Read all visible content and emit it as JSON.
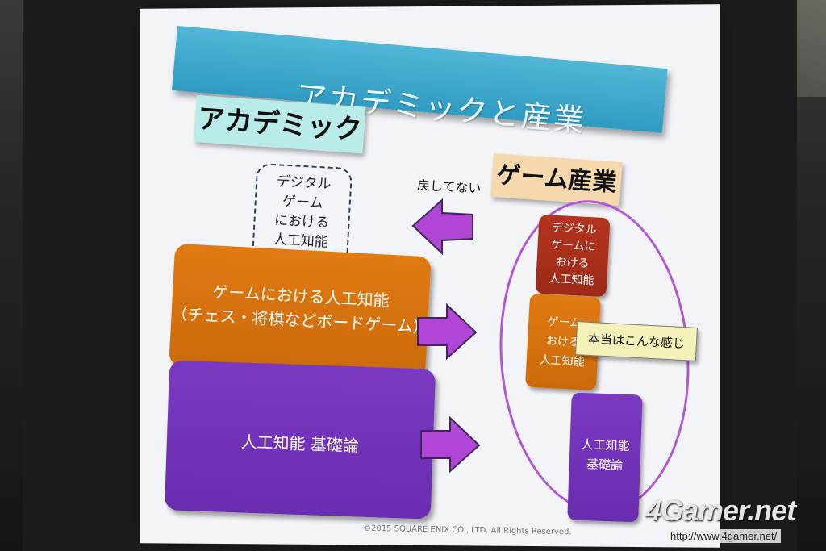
{
  "slide": {
    "title": "アカデミックと産業",
    "academic_label": "アカデミック",
    "industry_label": "ゲーム産業",
    "return_text": "戻してない",
    "dashed_box_lines": [
      "デジタル",
      "ゲーム",
      "における",
      "人工知能"
    ],
    "orange_big_lines": [
      "ゲームにおける人工知能",
      "（チェス・将棋などボードゲーム）"
    ],
    "purple_big": "人工知能 基礎論",
    "red_box_lines": [
      "デジタル",
      "ゲームに",
      "おける",
      "人工知能"
    ],
    "orange_small_lines": [
      "ゲーム",
      "おける",
      "人工知能"
    ],
    "note": "本当はこんな感じ",
    "purple_small_lines": [
      "人工知能",
      "基礎論"
    ],
    "copyright": "©2015 SQUARE ENIX CO., LTD. All Rights Reserved."
  },
  "watermark": {
    "logo": "4Gamer.net",
    "url": "http://www.4gamer.net/"
  },
  "colors": {
    "title_banner": "#2f9bc2",
    "academic_label": "#b9ece8",
    "industry_label": "#f5d9ac",
    "orange_box": "#cc6a0a",
    "purple_box": "#6a2cb0",
    "red_box": "#9e2a17",
    "arrow": "#b045d6",
    "ellipse": "#b256d9",
    "note": "#f3f0b8"
  }
}
